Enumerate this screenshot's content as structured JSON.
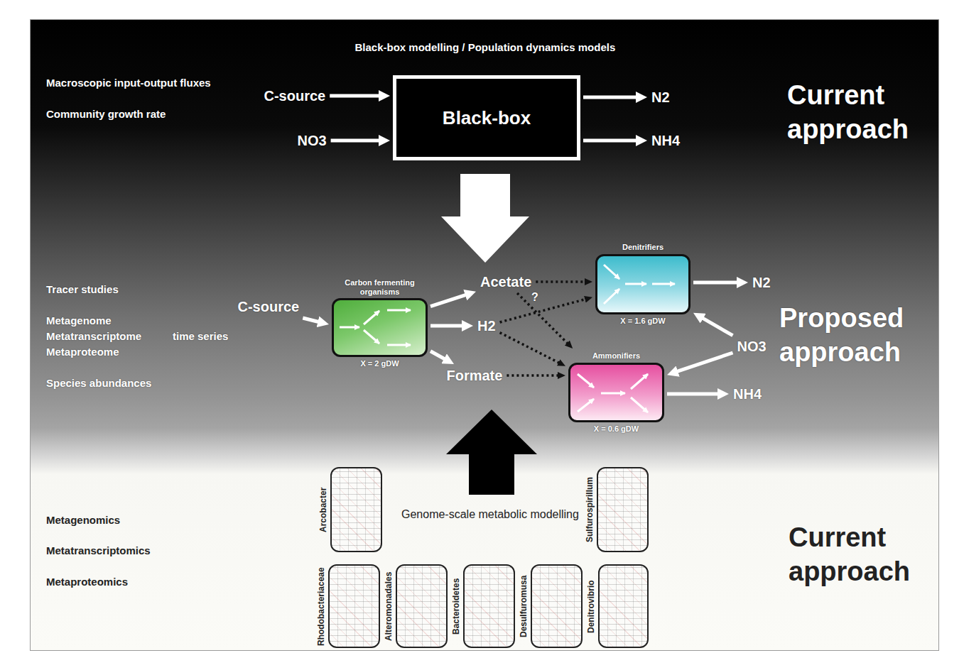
{
  "diagram": {
    "title": "Black-box modelling / Population dynamics models",
    "nodes": [
      {
        "text": [
          "C-source"
        ]
      },
      {
        "text": [
          "NO3"
        ]
      },
      {
        "text": [
          "Black-box"
        ]
      },
      {
        "text": [
          "N2"
        ]
      },
      {
        "text": [
          "NH4"
        ]
      },
      {
        "text": [
          "C-source"
        ]
      },
      {
        "text": [
          "Carbon fermenting organisms",
          "X = 2 gDW"
        ]
      },
      {
        "text": [
          "Acetate"
        ]
      },
      {
        "text": [
          "H2"
        ]
      },
      {
        "text": [
          "Formate"
        ]
      },
      {
        "text": [
          "Denitrifiers",
          "X = 1.6 gDW"
        ]
      },
      {
        "text": [
          "Ammonifiers",
          "X = 0.6 gDW"
        ]
      },
      {
        "text": [
          "N2"
        ]
      },
      {
        "text": [
          "NO3"
        ]
      },
      {
        "text": [
          "NH4"
        ]
      },
      {
        "text": [
          "Arcobacter"
        ]
      },
      {
        "text": [
          "Sulfurospirillum"
        ]
      },
      {
        "text": [
          "Rhodobacteriaceae"
        ]
      },
      {
        "text": [
          "Alteromonadales"
        ]
      },
      {
        "text": [
          "Bacteroidetes"
        ]
      },
      {
        "text": [
          "Desulfuromusa"
        ]
      },
      {
        "text": [
          "Denitrovibrio"
        ]
      }
    ],
    "edges": [
      {
        "from": 0,
        "to": 2,
        "arrow": "to"
      },
      {
        "from": 1,
        "to": 2,
        "arrow": "to"
      },
      {
        "from": 2,
        "to": 3,
        "arrow": "to"
      },
      {
        "from": 2,
        "to": 4,
        "arrow": "to"
      },
      {
        "from": 5,
        "to": 6,
        "arrow": "to"
      },
      {
        "from": 6,
        "to": 7,
        "arrow": "to"
      },
      {
        "from": 6,
        "to": 8,
        "arrow": "to"
      },
      {
        "from": 6,
        "to": 9,
        "arrow": "to"
      },
      {
        "from": 7,
        "to": 10,
        "arrow": "to"
      },
      {
        "from": 7,
        "to": 11,
        "arrow": "to",
        "label": "?"
      },
      {
        "from": 8,
        "to": 10,
        "arrow": "to"
      },
      {
        "from": 8,
        "to": 11,
        "arrow": "to"
      },
      {
        "from": 9,
        "to": 11,
        "arrow": "to"
      },
      {
        "from": 10,
        "to": 12,
        "arrow": "to"
      },
      {
        "from": 13,
        "to": 10,
        "arrow": "to"
      },
      {
        "from": 13,
        "to": 11,
        "arrow": "to"
      },
      {
        "from": 11,
        "to": 14,
        "arrow": "to"
      }
    ],
    "labels": [
      "Macroscopic input-output fluxes",
      "Community growth rate",
      "Current approach",
      "Tracer studies",
      "Metagenome",
      "Metatranscriptome",
      "Metaproteome",
      "time series",
      "Species abundances",
      "Proposed approach",
      "Metagenomics",
      "Metatranscriptomics",
      "Metaproteomics",
      "Genome-scale metabolic modelling",
      "Current approach"
    ]
  }
}
